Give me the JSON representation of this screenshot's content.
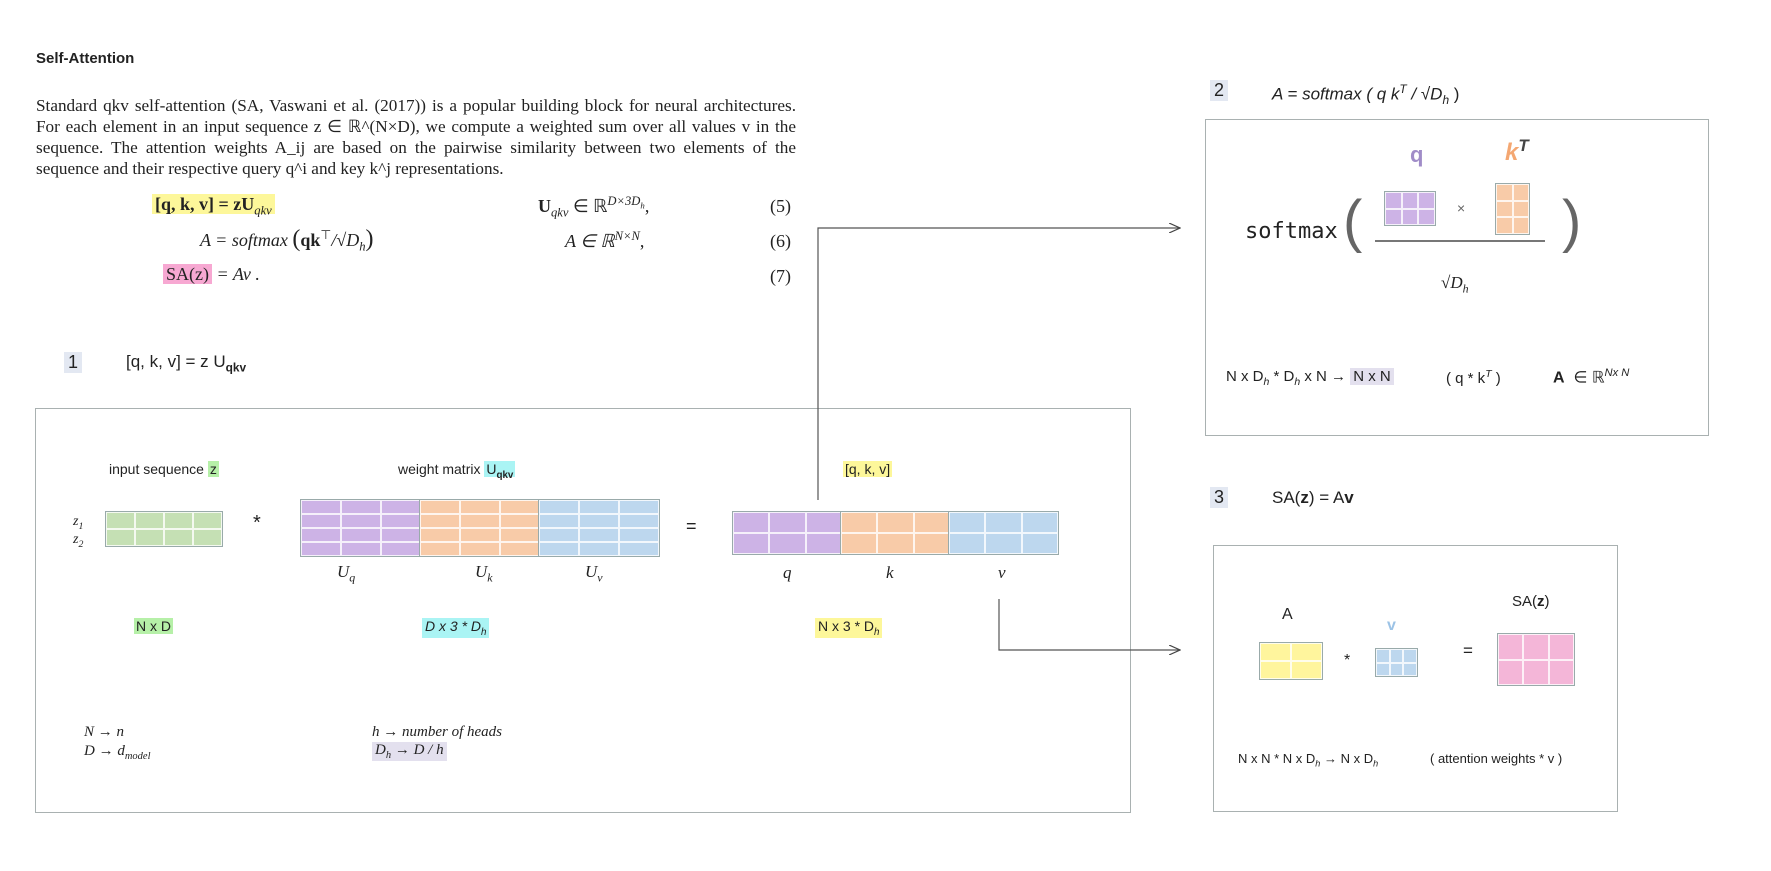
{
  "section_title": "Self-Attention",
  "paragraph": "Standard qkv self-attention (SA, Vaswani et al. (2017)) is a popular building block for neural architectures. For each element in an input sequence z ∈ ℝ^(N×D), we compute a weighted sum over all values v in the sequence. The attention weights A_ij are based on the pairwise similarity between two elements of the sequence and their respective query q^i and key k^j representations.",
  "equations": {
    "eq5_left": "[q, k, v] = zU",
    "eq5_left_sub": "qkv",
    "eq5_right": "U",
    "eq5_right_sub": "qkv",
    "eq5_right_rest": " ∈ ℝ",
    "eq5_right_sup": "D×3D",
    "eq5_right_supsub": "h",
    "eq5_num": "(5)",
    "eq6_left": "A = softmax",
    "eq6_inner": "qk",
    "eq6_inner_sup": "⊤",
    "eq6_inner_rest": "/√D",
    "eq6_inner_sub": "h",
    "eq6_right": "A ∈ ℝ",
    "eq6_right_sup": "N×N",
    "eq6_num": "(6)",
    "eq7_left": "SA(z)",
    "eq7_rest": " = Av .",
    "eq7_num": "(7)"
  },
  "step1": {
    "num": "1",
    "heading": "[q, k, v] = z U",
    "heading_sub": "qkv",
    "input_label": "input sequence",
    "input_var": "z",
    "weight_label": "weight matrix",
    "weight_var": "U",
    "weight_var_sub": "qkv",
    "out_label": "[q, k, v]",
    "z1": "z",
    "z1_sub": "1",
    "z2": "z",
    "z2_sub": "2",
    "mult": "*",
    "equals": "=",
    "uq": "U",
    "uq_sub": "q",
    "uk": "U",
    "uk_sub": "k",
    "uv": "U",
    "uv_sub": "v",
    "q": "q",
    "k": "k",
    "v": "v",
    "dim_in": "N x D",
    "dim_w": "D x 3 * D",
    "dim_w_sub": "h",
    "dim_out": "N x 3 * D",
    "dim_out_sub": "h",
    "note_N": "N  →  n",
    "note_D": "D  →  d",
    "note_D_sub": "model",
    "note_h": "h  →  number of heads",
    "note_Dh": "D",
    "note_Dh_sub": "h",
    "note_Dh_rest": "  →  D / h"
  },
  "step2": {
    "num": "2",
    "heading": "A = softmax ( q k",
    "heading_sup": "T",
    "heading_rest": "  / √D",
    "heading_sub": "h",
    "heading_close": " )",
    "q_label": "q",
    "k_label": "k",
    "k_sup": "T",
    "softmax": "softmax",
    "times": "×",
    "sqrt": "√D",
    "sqrt_sub": "h",
    "dims": "N x D",
    "dims_sub": "h",
    "dims_mid": " *  D",
    "dims_sub2": "h",
    "dims_rest": " x N →",
    "dims_hl": "N x N",
    "paren": "( q * k",
    "paren_sup": "T",
    "paren_close": " )",
    "A": "A",
    "in": "∈ ℝ",
    "in_sup": "Nx N"
  },
  "step3": {
    "num": "3",
    "heading": "SA(",
    "heading_z": "z",
    "heading_rest": ") = A",
    "heading_v": "v",
    "A_label": "A",
    "v_label": "v",
    "sa_label": "SA(",
    "sa_z": "z",
    "sa_close": ")",
    "mult": "*",
    "equals": "=",
    "dims": "N x N  *  N x D",
    "dims_sub": "h",
    "dims_rest": "  → N x  D",
    "dims_sub2": "h",
    "note": "( attention weights * v )"
  },
  "colors": {
    "green": "#c5e0b4",
    "purple": "#cdb3e6",
    "orange": "#f8cba8",
    "blue": "#bdd7ee",
    "yellow": "#fff59d",
    "pink": "#f4b6d8",
    "hl_green": "#b6f0a8",
    "hl_cyan": "#aaf4f4",
    "hl_yellow": "#fdf79a",
    "hl_pink": "#f7a8d2",
    "hl_lavender": "#e3e0ee"
  }
}
